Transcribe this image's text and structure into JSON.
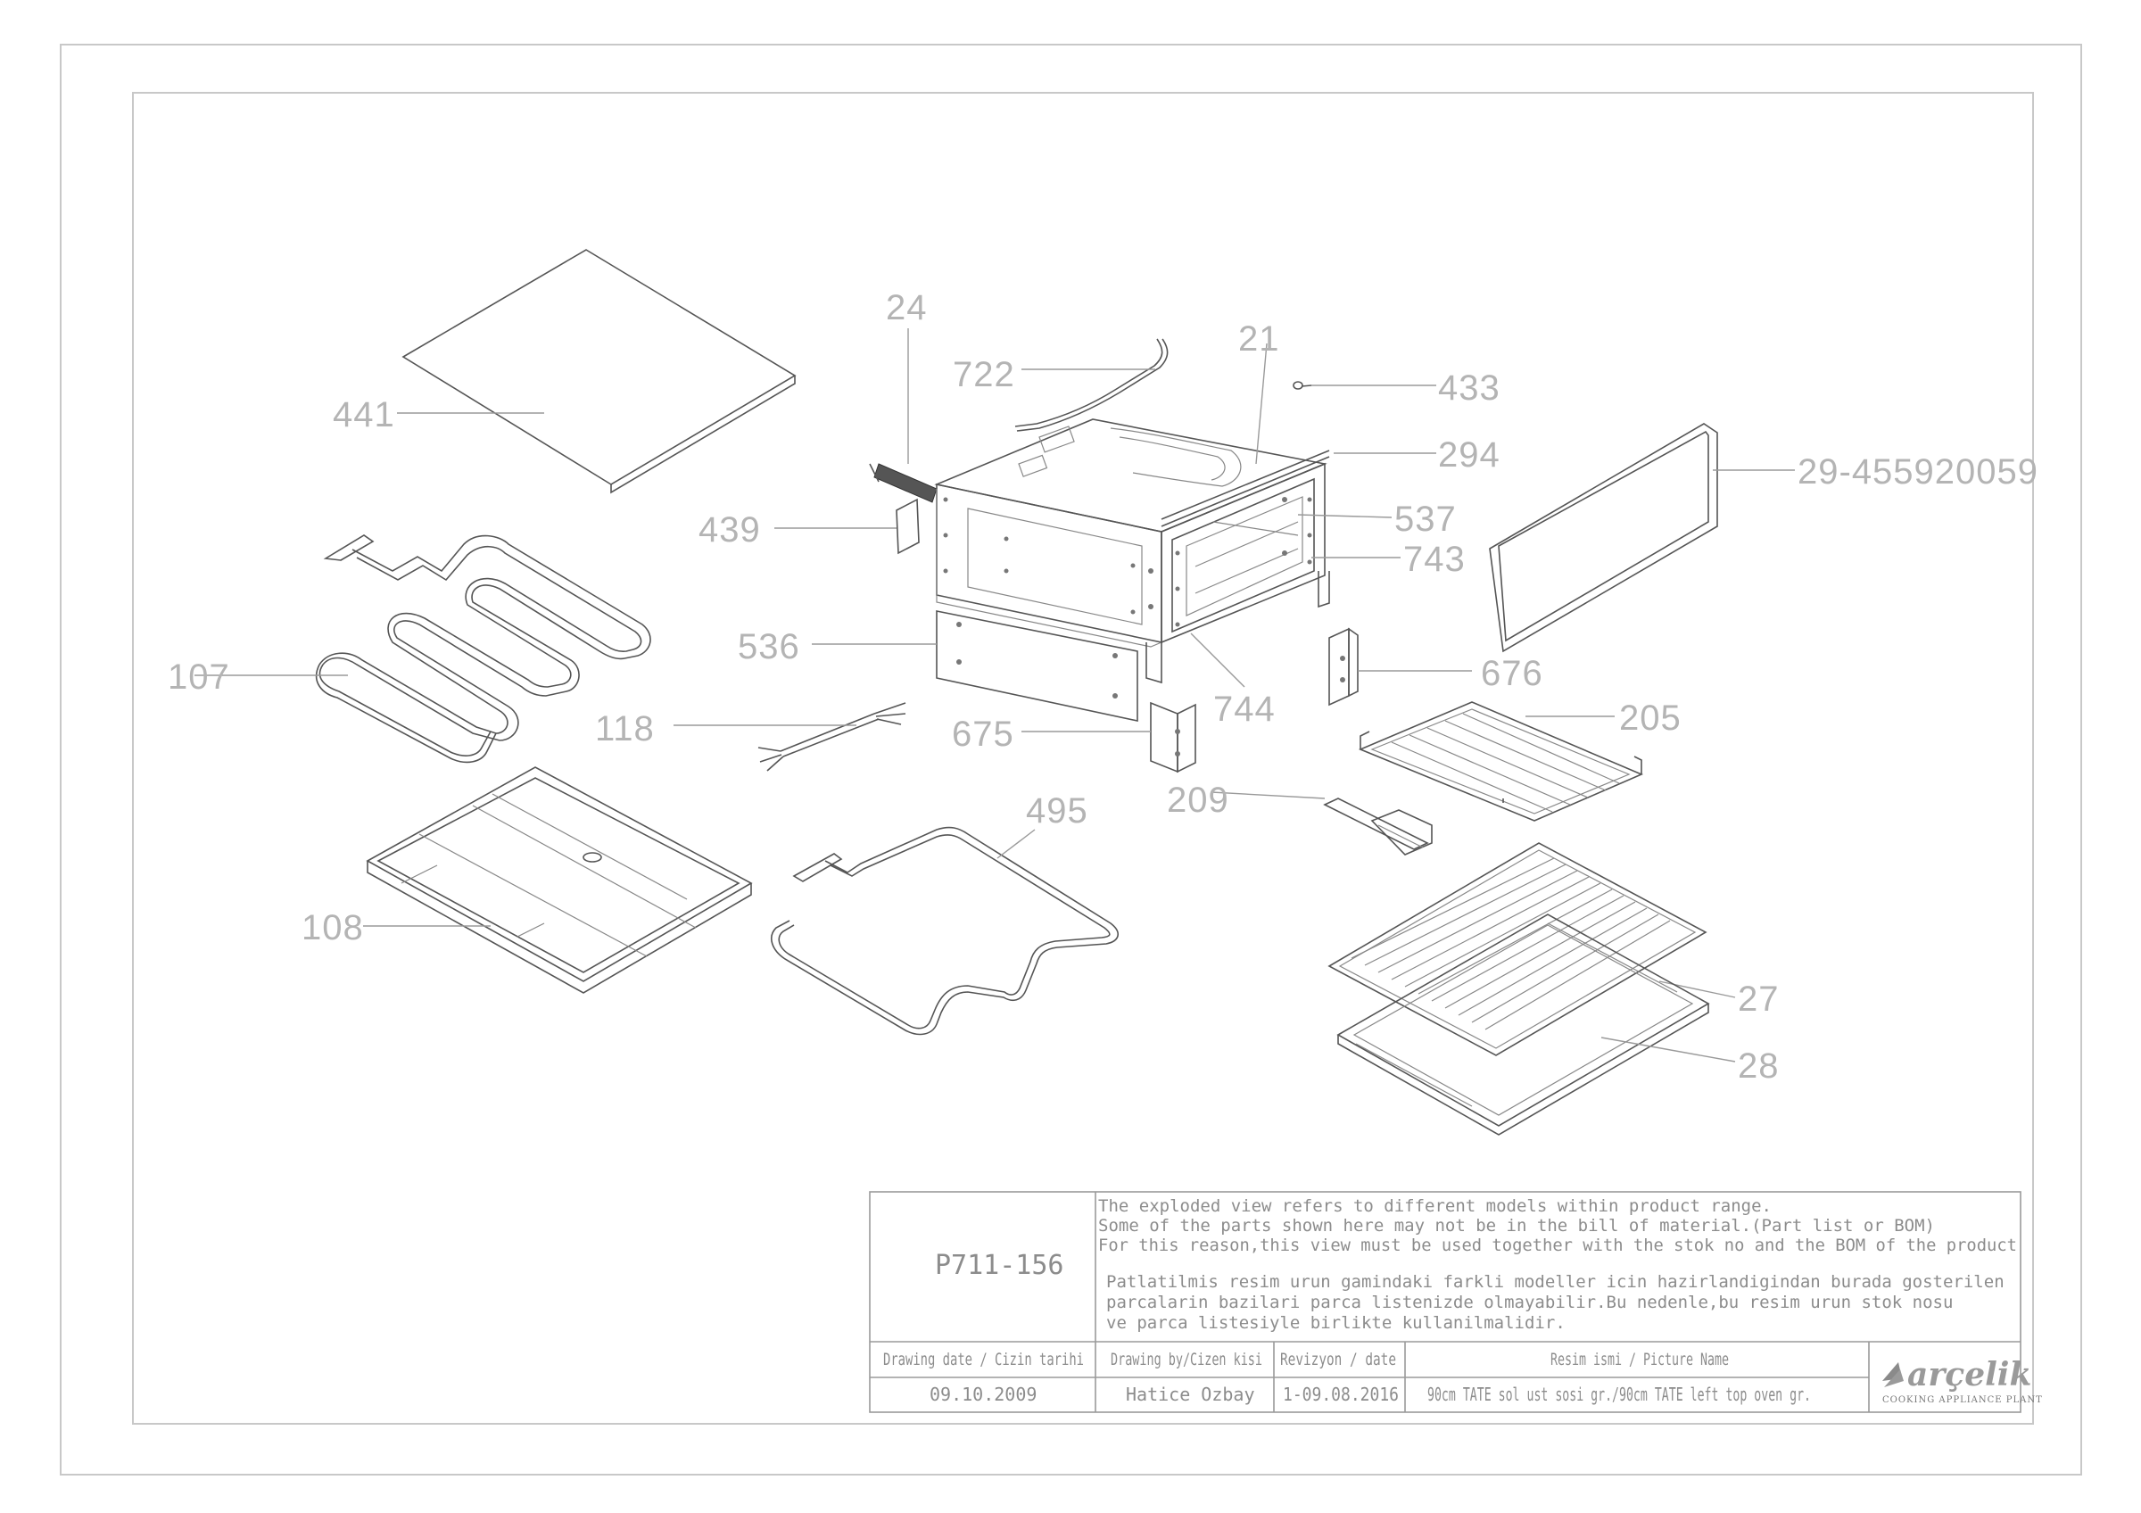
{
  "callouts": [
    "24",
    "722",
    "21",
    "433",
    "441",
    "294",
    "29-455920059",
    "439",
    "537",
    "743",
    "107",
    "536",
    "676",
    "744",
    "118",
    "675",
    "205",
    "209",
    "495",
    "108",
    "27",
    "28"
  ],
  "title_block": {
    "drawing_code": "P711-156",
    "note_en": [
      "The exploded view refers to different models within product range.",
      "Some of the parts shown here may not be in the bill of material.(Part list or BOM)",
      "For this reason,this view must be used together with the stok no and the BOM of the product"
    ],
    "note_tr": [
      "Patlatilmis resim urun gamindaki farkli modeller icin hazirlandigindan burada gosterilen",
      "parcalarin bazilari parca listenizde olmayabilir.Bu nedenle,bu resim urun stok nosu",
      "ve parca listesiyle birlikte kullanilmalidir."
    ],
    "headers": [
      "Drawing date / Cizin tarihi",
      "Drawing by/Cizen kisi",
      "Revizyon / date",
      "Resim ismi / Picture Name"
    ],
    "values": [
      "09.10.2009",
      "Hatice Ozbay",
      "1-09.08.2016",
      "90cm TATE sol ust sosi gr./90cm TATE left top oven gr."
    ],
    "brand": "arçelik",
    "plant": "COOKING APPLIANCE PLANT"
  }
}
